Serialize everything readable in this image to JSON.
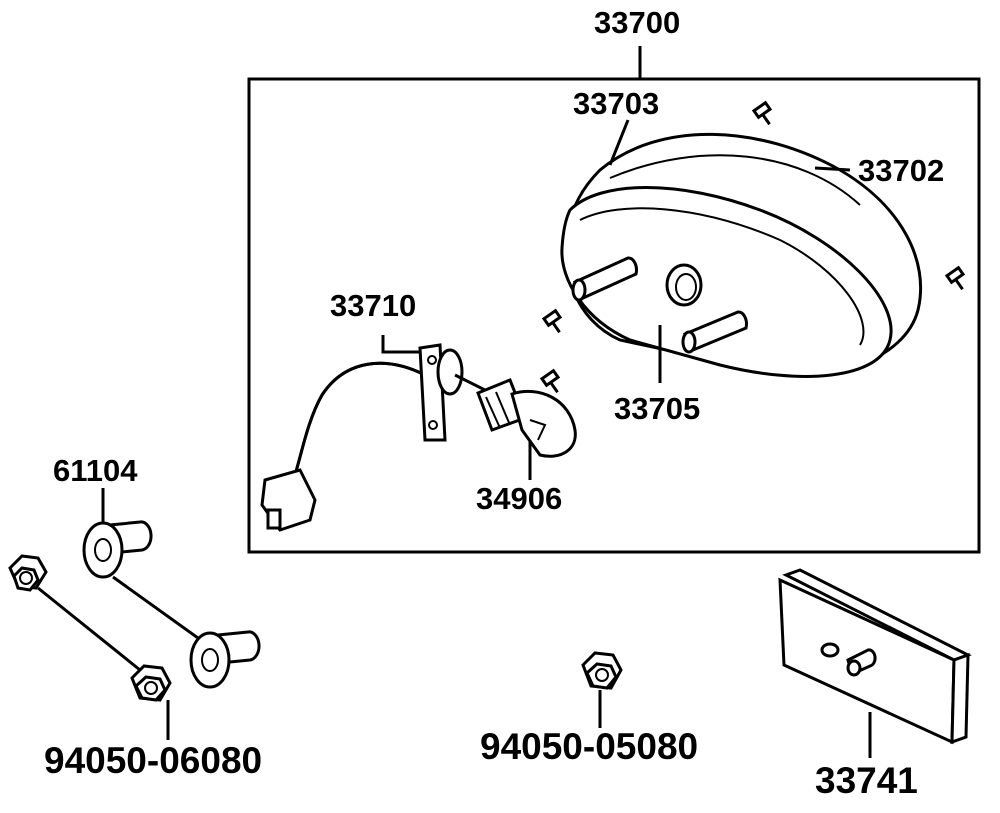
{
  "diagram": {
    "kit_label": "33700",
    "parts": {
      "lens": "33703",
      "housing": "33702",
      "socket_cord": "33710",
      "base": "33705",
      "bulb": "34906",
      "collar": "61104",
      "plate_pad": "33741",
      "nut_large": "94050-06080",
      "nut_small": "94050-05080"
    }
  }
}
